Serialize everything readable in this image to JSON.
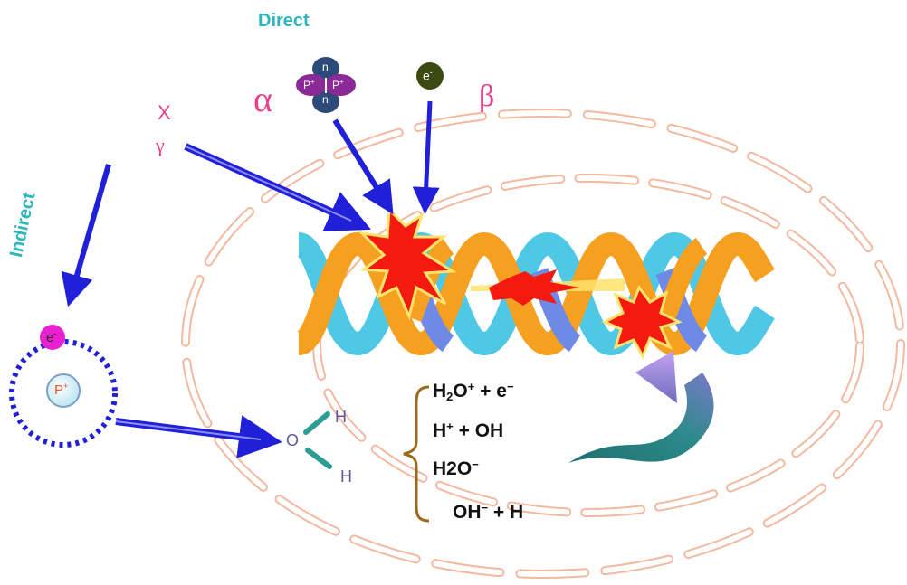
{
  "labels": {
    "direct": "Direct",
    "indirect": "Indirect",
    "x_ray": "X",
    "gamma": "γ",
    "alpha": "α",
    "beta": "β",
    "electron_top": "e",
    "electron_left": "e",
    "proton_left": "P",
    "alpha_n_top": "n",
    "alpha_n_bottom": "n",
    "alpha_p_left": "P",
    "alpha_p_right": "P",
    "water_o": "O",
    "water_h_top": "H",
    "water_h_bottom": "H"
  },
  "reactions": {
    "r1": {
      "a": "H",
      "sub": "2",
      "b": "O",
      "sup": "+",
      "c": " + e",
      "sup2": "−"
    },
    "r2": {
      "a": "H",
      "sup": "+",
      "b": " + OH"
    },
    "r3": {
      "a": "H2O",
      "sup": "−"
    },
    "r4": {
      "a": "OH",
      "sup": "−",
      "b": " + H"
    }
  },
  "colors": {
    "cyan_label": "#2fb6bd",
    "magenta_label": "#e8408a",
    "arrow_blue": "#2020d8",
    "cell_outline": "#f3b9a0",
    "helix_orange": "#f5a021",
    "helix_cyan": "#4fc8e6",
    "helix_blue": "#6e8ae6",
    "burst_red": "#f41a10",
    "teal_arrow": "#207a7a",
    "purple_arrow": "#a98ee8",
    "purple_particle": "#8a2a96",
    "navy_particle": "#2c4a7a",
    "dark_green": "#3a4a12",
    "water_teal": "#2a9e92",
    "water_text": "#5a5a9a",
    "brace_brown": "#9a6a1a"
  }
}
